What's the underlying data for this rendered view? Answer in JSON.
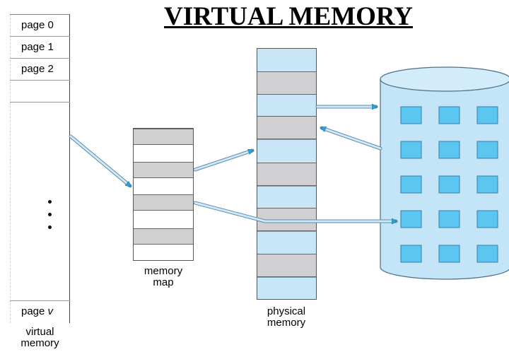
{
  "title": "VIRTUAL MEMORY",
  "virtual_memory": {
    "pages": [
      "page 0",
      "page 1",
      "page 2"
    ],
    "last_page_prefix": "page ",
    "last_page_var": "v",
    "caption_line1": "virtual",
    "caption_line2": "memory"
  },
  "memory_map": {
    "caption_line1": "memory",
    "caption_line2": "map"
  },
  "physical_memory": {
    "caption_line1": "physical",
    "caption_line2": "memory"
  },
  "colors": {
    "page_gray": "#d0d0d2",
    "physical_blue": "#c9e6f7",
    "disk_blue": "#c4e4f7",
    "block_blue": "#5bc6ef",
    "arrow_blue": "#2e9fd8"
  }
}
